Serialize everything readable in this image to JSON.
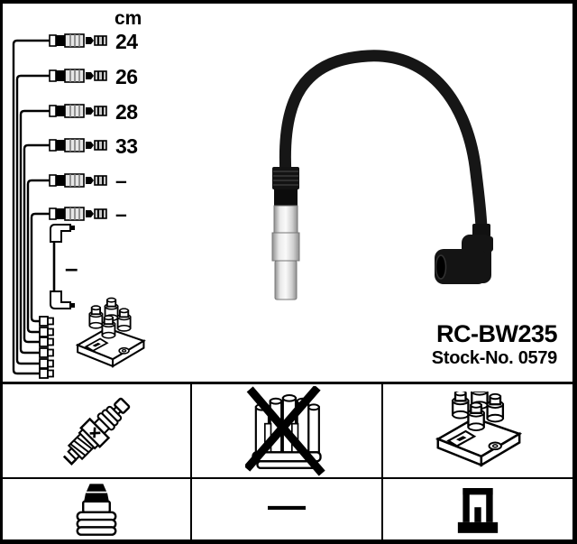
{
  "colors": {
    "ink": "#000000",
    "paper": "#ffffff",
    "metal_light": "#fafafa",
    "metal_dark": "#8f8f8f",
    "cable_black": "#161616"
  },
  "diagram": {
    "unit_header": "cm",
    "leads": [
      {
        "length": "24"
      },
      {
        "length": "26"
      },
      {
        "length": "28"
      },
      {
        "length": "33"
      },
      {
        "length": "–"
      },
      {
        "length": "–"
      }
    ],
    "coil_lead_length": "–"
  },
  "product": {
    "part_number": "RC-BW235",
    "stock_number": "Stock-No. 0579"
  },
  "spec_table": {
    "dash": "—",
    "cells": [
      {
        "name": "spark-plug",
        "crossed_out": false
      },
      {
        "name": "distributor-cap",
        "crossed_out": true
      },
      {
        "name": "ignition-coil",
        "crossed_out": false
      },
      {
        "name": "plug-terminal-nut",
        "crossed_out": false
      },
      {
        "name": "dash",
        "crossed_out": false
      },
      {
        "name": "coil-connector",
        "crossed_out": false
      }
    ]
  }
}
